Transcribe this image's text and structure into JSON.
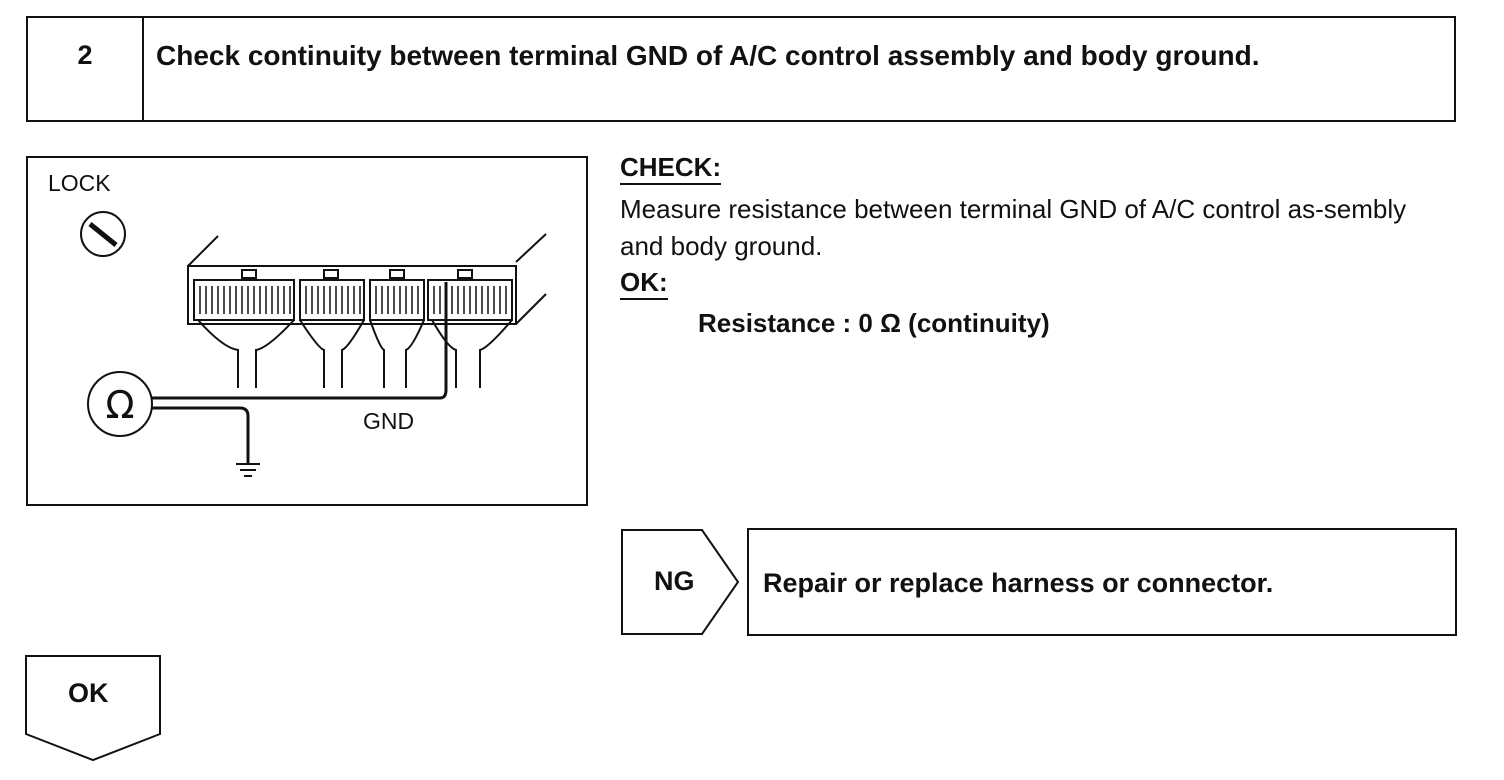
{
  "step": {
    "number": "2",
    "title": "Check continuity between terminal GND of A/C control assembly and body ground."
  },
  "figure": {
    "lock_label": "LOCK",
    "gnd_label": "GND",
    "meter_symbol": "Ω"
  },
  "check": {
    "heading": "CHECK:",
    "text": "Measure resistance between terminal GND of A/C control as-sembly and body ground.",
    "ok_heading": "OK:",
    "ok_text": "Resistance : 0 Ω (continuity)"
  },
  "ng": {
    "label": "NG",
    "action": "Repair or replace harness or connector."
  },
  "ok_flow": {
    "label": "OK"
  }
}
